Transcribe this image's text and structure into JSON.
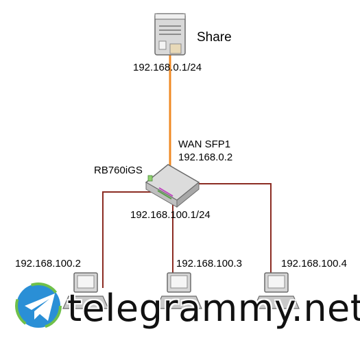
{
  "nodes": {
    "server": {
      "name": "Share",
      "ip": "192.168.0.1/24"
    },
    "router": {
      "name": "RB760iGS",
      "wan_port": "WAN SFP1",
      "wan_ip": "192.168.0.2",
      "lan_ip": "192.168.100.1/24"
    },
    "pc1": {
      "ip": "192.168.100.2"
    },
    "pc2": {
      "ip": "192.168.100.3"
    },
    "pc3": {
      "ip": "192.168.100.4"
    }
  },
  "links": [
    {
      "from": "server",
      "to": "router",
      "color": "#f08a24"
    },
    {
      "from": "router",
      "to": "pc1",
      "color": "#8b2b22"
    },
    {
      "from": "router",
      "to": "pc2",
      "color": "#8b2b22"
    },
    {
      "from": "router",
      "to": "pc3",
      "color": "#8b2b22"
    }
  ],
  "watermark": {
    "text": "telegrammy.net",
    "icon": "telegram-logo-icon"
  }
}
